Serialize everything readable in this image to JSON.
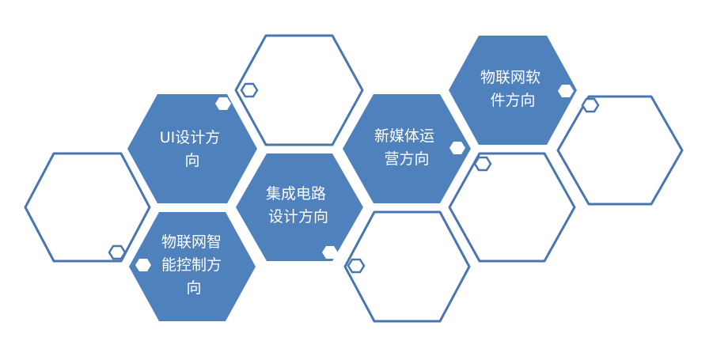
{
  "colors": {
    "outline": "#4a76b0",
    "filled": "#4f81bd",
    "background": "#ffffff",
    "text": "#ffffff"
  },
  "hexagons": {
    "ui_design": {
      "lines": [
        "UI设计方",
        "向"
      ]
    },
    "iot_control": {
      "lines": [
        "物联网智",
        "能控制方",
        "向"
      ]
    },
    "ic_design": {
      "lines": [
        "集成电路",
        "设计方向"
      ]
    },
    "new_media": {
      "lines": [
        "新媒体运",
        "营方向"
      ]
    },
    "iot_software": {
      "lines": [
        "物联网软",
        "件方向"
      ]
    }
  }
}
